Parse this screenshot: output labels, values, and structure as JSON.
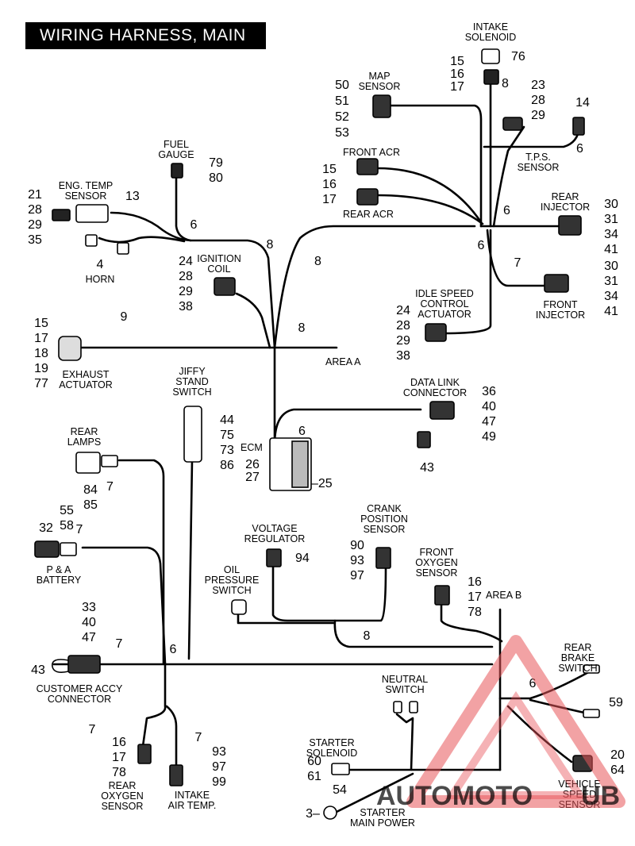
{
  "title": "WIRING HARNESS, MAIN",
  "labels": {
    "intake_solenoid": [
      "INTAKE",
      "SOLENOID"
    ],
    "map_sensor": [
      "MAP",
      "SENSOR"
    ],
    "fuel_gauge": [
      "FUEL",
      "GAUGE"
    ],
    "eng_temp_sensor": [
      "ENG. TEMP",
      "SENSOR"
    ],
    "front_acr": [
      "FRONT ACR"
    ],
    "rear_acr": [
      "REAR ACR"
    ],
    "tps_sensor": [
      "T.P.S.",
      "SENSOR"
    ],
    "rear_injector": [
      "REAR",
      "INJECTOR"
    ],
    "horn": [
      "HORN"
    ],
    "ignition_coil": [
      "IGNITION",
      "COIL"
    ],
    "front_injector": [
      "FRONT",
      "INJECTOR"
    ],
    "idle_speed": [
      "IDLE SPEED",
      "CONTROL",
      "ACTUATOR"
    ],
    "exhaust_actuator": [
      "EXHAUST",
      "ACTUATOR"
    ],
    "area_a": [
      "AREA A"
    ],
    "jiffy_stand": [
      "JIFFY",
      "STAND",
      "SWITCH"
    ],
    "data_link": [
      "DATA LINK",
      "CONNECTOR"
    ],
    "ecm": [
      "ECM"
    ],
    "rear_lamps": [
      "REAR",
      "LAMPS"
    ],
    "crank_position": [
      "CRANK",
      "POSITION",
      "SENSOR"
    ],
    "voltage_regulator": [
      "VOLTAGE",
      "REGULATOR"
    ],
    "pa_battery": [
      "P & A",
      "BATTERY"
    ],
    "front_oxygen": [
      "FRONT",
      "OXYGEN",
      "SENSOR"
    ],
    "oil_pressure": [
      "OIL",
      "PRESSURE",
      "SWITCH"
    ],
    "area_b": [
      "AREA B"
    ],
    "customer_accy": [
      "CUSTOMER ACCY",
      "CONNECTOR"
    ],
    "rear_brake": [
      "REAR",
      "BRAKE",
      "SWITCH"
    ],
    "neutral_switch": [
      "NEUTRAL",
      "SWITCH"
    ],
    "starter_solenoid": [
      "STARTER",
      "SOLENOID"
    ],
    "rear_oxygen": [
      "REAR",
      "OXYGEN",
      "SENSOR"
    ],
    "intake_air_temp": [
      "INTAKE",
      "AIR TEMP."
    ],
    "vehicle_speed": [
      "VEHICLE",
      "SPEED",
      "SENSOR"
    ],
    "starter_main_power": [
      "STARTER",
      "MAIN POWER"
    ]
  },
  "callouts": {
    "intake_solenoid_76": "76",
    "intake_solenoid_8": "8",
    "intake_stack": [
      "15",
      "16",
      "17"
    ],
    "map_stack": [
      "50",
      "51",
      "52",
      "53"
    ],
    "tps_stack": [
      "23",
      "28",
      "29"
    ],
    "tps_14": "14",
    "tps_6": "6",
    "fuel_stack": [
      "79",
      "80"
    ],
    "eng_temp_13": "13",
    "eng_temp_stack": [
      "21",
      "28",
      "29",
      "35"
    ],
    "acr_stack": [
      "15",
      "16",
      "17"
    ],
    "junction_6_a": "6",
    "junction_6_b": "6",
    "rear_inj_stack": [
      "30",
      "31",
      "34",
      "41"
    ],
    "junction_6_fuel": "6",
    "clip_8_left": "8",
    "clip_8_right": "8",
    "horn_4": "4",
    "ign_stack": [
      "24",
      "28",
      "29",
      "38"
    ],
    "front_inj_7": "7",
    "front_inj_stack": [
      "30",
      "31",
      "34",
      "41"
    ],
    "idle_stack": [
      "24",
      "28",
      "29",
      "38"
    ],
    "exhaust_stack": [
      "15",
      "17",
      "18",
      "19",
      "77"
    ],
    "clip_9": "9",
    "clip_8_area_a": "8",
    "data_link_stack": [
      "36",
      "40",
      "47",
      "49"
    ],
    "data_link_43": "43",
    "jiffy_stack": [
      "44",
      "75",
      "73",
      "86"
    ],
    "ecm_6": "6",
    "ecm_stack": [
      "26",
      "27"
    ],
    "ecm_25": "–25",
    "rear_lamps_stack": [
      "84",
      "85"
    ],
    "rear_lamps_7": "7",
    "crank_stack": [
      "90",
      "93",
      "97"
    ],
    "vreg_94": "94",
    "battery_stack": [
      "55",
      "58"
    ],
    "battery_7": "7",
    "battery_32": "32",
    "front_o2_stack": [
      "16",
      "17",
      "78"
    ],
    "clip_8_lower": "8",
    "accy_stack": [
      "33",
      "40",
      "47"
    ],
    "accy_7": "7",
    "accy_6": "6",
    "accy_43": "43",
    "brake_6": "6",
    "brake_59": "59",
    "rear_o2_7": "7",
    "rear_o2_stack": [
      "16",
      "17",
      "78"
    ],
    "iat_7": "7",
    "iat_stack": [
      "93",
      "97",
      "99"
    ],
    "starter_stack": [
      "60",
      "61"
    ],
    "main_power_54": "54",
    "main_power_3": "3–",
    "vss_stack": [
      "20",
      "64"
    ]
  },
  "watermark": {
    "text_a": "AUTOMOTO",
    "text_b": "UB",
    "color_triangle": "#e8555a",
    "color_text": "#f0b43a"
  },
  "colors": {
    "line": "#000000",
    "background": "#ffffff"
  }
}
